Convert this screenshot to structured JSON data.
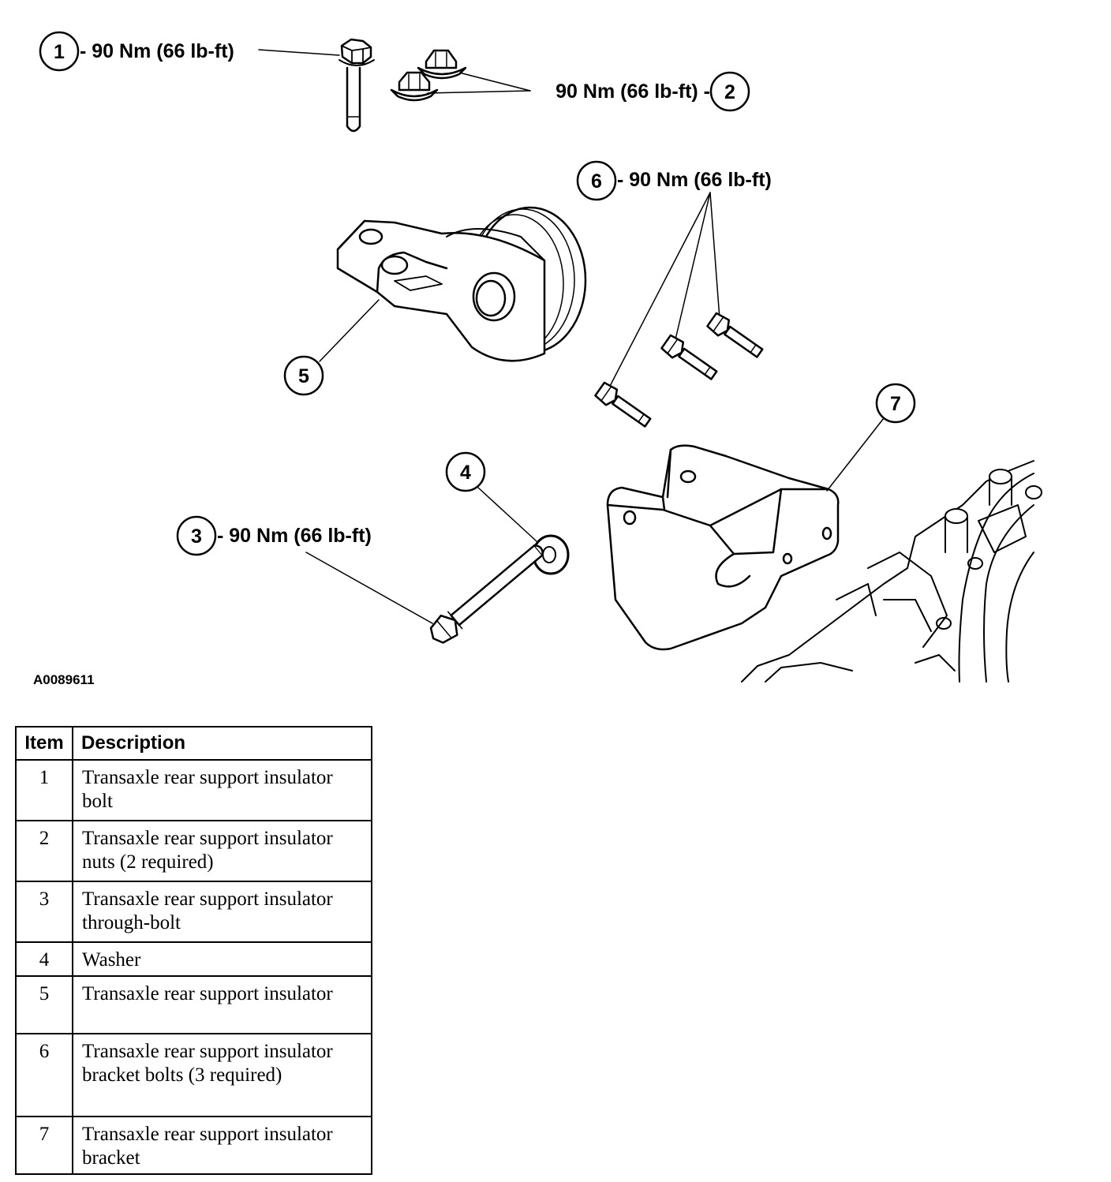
{
  "figure": {
    "id": "A0089611",
    "callouts": [
      {
        "number": "1",
        "torque": "- 90 Nm (66 lb-ft)"
      },
      {
        "number": "2",
        "torque": "90 Nm (66 lb-ft) -"
      },
      {
        "number": "3",
        "torque": "- 90 Nm (66 lb-ft)"
      },
      {
        "number": "4"
      },
      {
        "number": "5"
      },
      {
        "number": "6",
        "torque": "- 90 Nm (66 lb-ft)"
      },
      {
        "number": "7"
      }
    ]
  },
  "legend": {
    "headers": {
      "item": "Item",
      "description": "Description"
    },
    "rows": [
      {
        "item": "1",
        "description": "Transaxle rear support insulator bolt"
      },
      {
        "item": "2",
        "description": "Transaxle rear support insulator nuts (2 required)"
      },
      {
        "item": "3",
        "description": "Transaxle rear support insulator through-bolt"
      },
      {
        "item": "4",
        "description": "Washer"
      },
      {
        "item": "5",
        "description": "Transaxle rear support insulator"
      },
      {
        "item": "6",
        "description": "Transaxle rear support insulator bracket bolts (3 required)"
      },
      {
        "item": "7",
        "description": "Transaxle rear support insulator bracket"
      }
    ]
  }
}
